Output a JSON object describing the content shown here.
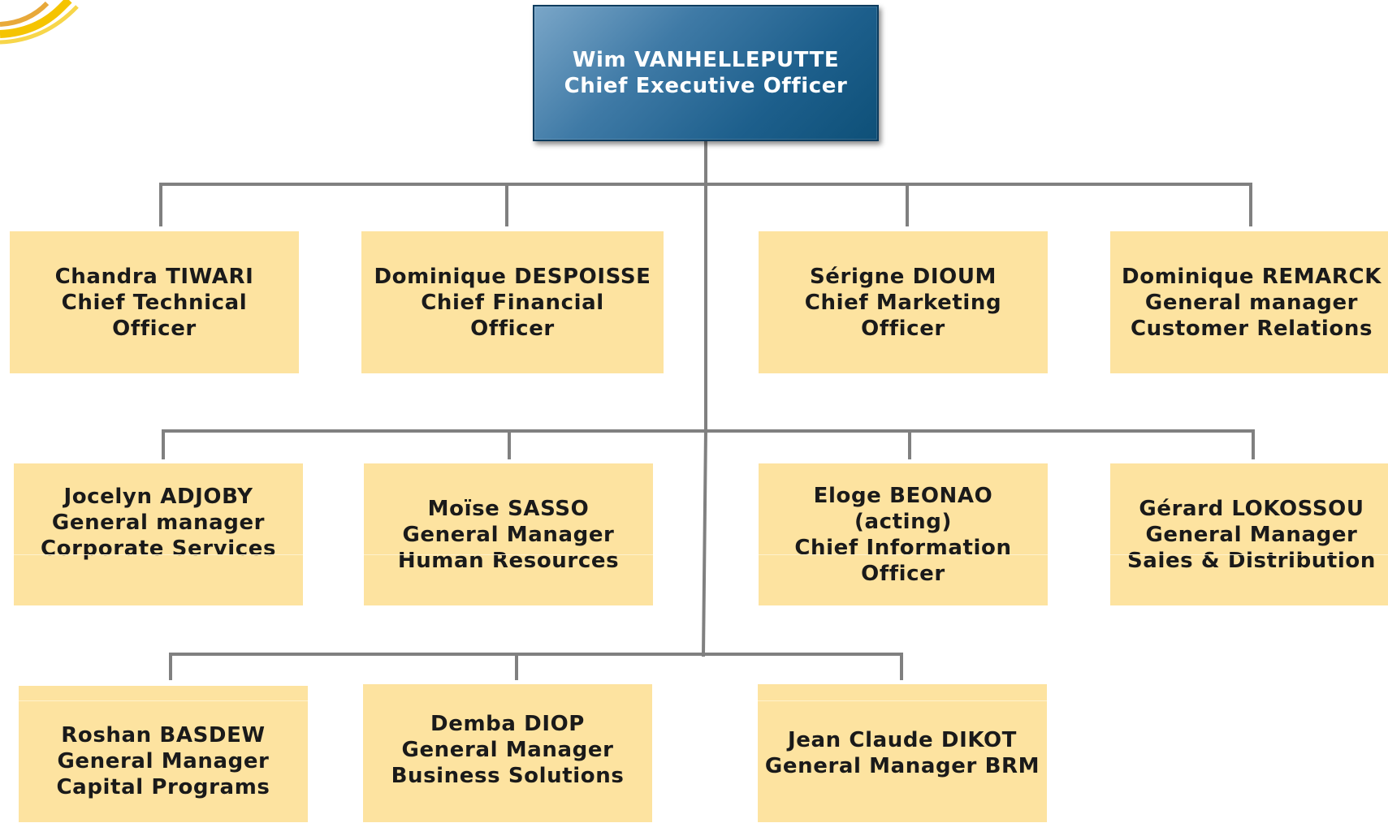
{
  "chart_title": "",
  "colors": {
    "exec_box_start": "#7aa6c8",
    "exec_box_end": "#0e5078",
    "report_box": "#fde3a0",
    "connector_line": "#808080",
    "logo_accent": "#f5c400"
  },
  "ceo": {
    "lines": [
      "Wim VANHELLEPUTTE",
      "Chief Executive Officer"
    ]
  },
  "row1": [
    {
      "lines": [
        "Chandra TIWARI",
        "Chief Technical",
        "Officer"
      ]
    },
    {
      "lines": [
        "Dominique DESPOISSE",
        "Chief Financial",
        "Officer"
      ]
    },
    {
      "lines": [
        "Sérigne DIOUM",
        "Chief Marketing",
        "Officer"
      ]
    },
    {
      "lines": [
        "Dominique REMARCK",
        "General manager",
        "Customer Relations"
      ]
    }
  ],
  "row2": [
    {
      "lines": [
        "Jocelyn ADJOBY",
        "General manager",
        "Corporate Services"
      ]
    },
    {
      "lines": [
        "Moïse SASSO",
        "General Manager",
        "Human Resources"
      ]
    },
    {
      "lines": [
        "Eloge BEONAO",
        "(acting)",
        "Chief Information",
        "Officer"
      ]
    },
    {
      "lines": [
        "Gérard LOKOSSOU",
        "General Manager",
        "Sales & Distribution"
      ]
    }
  ],
  "row3": [
    {
      "lines": [
        "Roshan BASDEW",
        "General Manager",
        "Capital Programs"
      ]
    },
    {
      "lines": [
        "Demba DIOP",
        "General Manager",
        "Business Solutions"
      ]
    },
    {
      "lines": [
        "Jean Claude DIKOT",
        "General Manager BRM"
      ]
    }
  ]
}
